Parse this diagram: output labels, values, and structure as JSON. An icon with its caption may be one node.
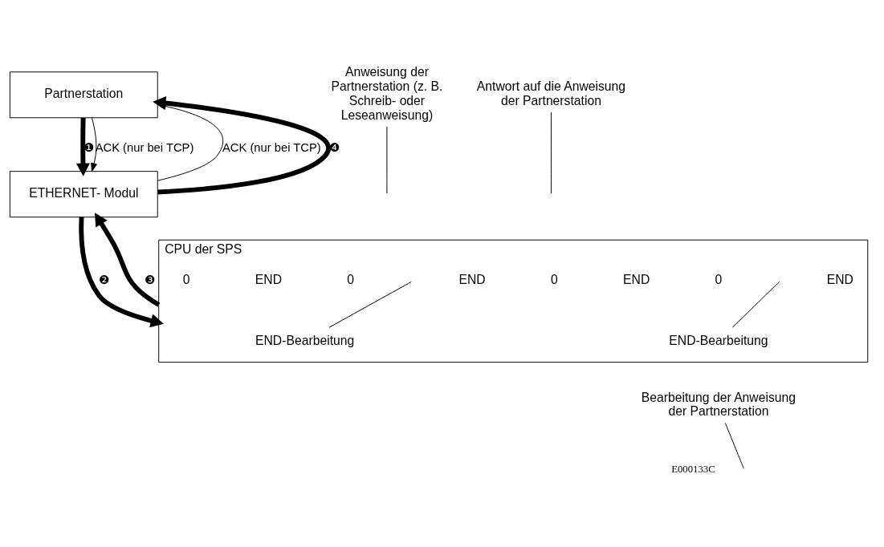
{
  "diagram": {
    "nodes": [
      {
        "text": [
          "Partnerstation"
        ]
      },
      {
        "text": [
          "Anweisung der Partnerstation (z. B. Schreib- oder Leseanweisung)"
        ]
      },
      {
        "text": [
          "Antwort auf die Anweisung der Partnerstation"
        ]
      },
      {
        "text": [
          "ETHERNET- Modul"
        ]
      },
      {
        "text": [
          "CPU der SPS"
        ]
      },
      {
        "text": [
          "END-Bearbeitung"
        ],
        "in": 4
      },
      {
        "text": [
          "END-Bearbeitung"
        ],
        "in": 4
      },
      {
        "text": [
          "Bearbeitung der Anweisung der Partnerstation"
        ]
      }
    ],
    "edges": [
      {
        "from": 0,
        "to": 3,
        "arrow": "to",
        "style": "thick",
        "label": "❶"
      },
      {
        "from": 3,
        "to": 0,
        "arrow": "to",
        "label": "ACK (nur bei TCP)"
      },
      {
        "from": 3,
        "to": 0,
        "arrow": "to",
        "style": "thick",
        "label": "❹"
      },
      {
        "from": 0,
        "to": 3,
        "arrow": "to",
        "label": "ACK (nur bei TCP)"
      },
      {
        "from": 3,
        "to": 4,
        "arrow": "to",
        "style": "thick",
        "label": "❷"
      },
      {
        "from": 4,
        "to": 3,
        "arrow": "to",
        "style": "thick",
        "label": "❸"
      },
      {
        "from": 1,
        "to": null,
        "arrow": "none"
      },
      {
        "from": 2,
        "to": null,
        "arrow": "none"
      },
      {
        "from": 5,
        "to": null,
        "arrow": "none"
      },
      {
        "from": 6,
        "to": null,
        "arrow": "none"
      },
      {
        "from": 7,
        "to": null,
        "arrow": "none"
      }
    ],
    "labels": [
      "0",
      "END",
      "0",
      "END",
      "0",
      "END",
      "0",
      "END",
      "E000133C"
    ]
  }
}
